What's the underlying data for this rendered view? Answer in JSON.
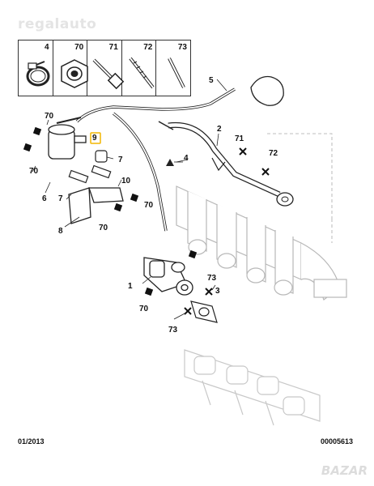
{
  "watermark": "regalauto",
  "legend": [
    {
      "ref": "4",
      "icon": "hose-clamp-icon"
    },
    {
      "ref": "70",
      "icon": "nut-icon"
    },
    {
      "ref": "71",
      "icon": "bolt-with-washer-icon"
    },
    {
      "ref": "72",
      "icon": "stud-bolt-icon"
    },
    {
      "ref": "73",
      "icon": "stud-icon"
    }
  ],
  "callouts": {
    "c1": "1",
    "c2": "2",
    "c3": "3",
    "c4": "4",
    "c5": "5",
    "c6": "6",
    "c7a": "7",
    "c7b": "7",
    "c8": "8",
    "c9": "9",
    "c10": "10",
    "c70a": "70",
    "c70b": "70",
    "c70c": "70",
    "c70d": "70",
    "c70e": "70",
    "c71": "71",
    "c72": "72",
    "c73a": "73",
    "c73b": "73"
  },
  "highlighted_part": "9",
  "footer": {
    "date": "01/2013",
    "reference": "00005613"
  },
  "brand_watermark": "BAZAR"
}
